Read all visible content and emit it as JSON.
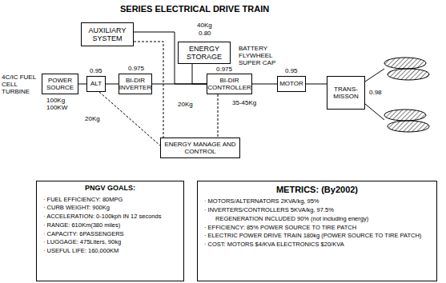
{
  "diagram": {
    "title": "SERIES ELECTRICAL DRIVE TRAIN",
    "nodes": [
      {
        "text": [
          "AUXILIARY SYSTEM"
        ]
      },
      {
        "text": [
          "ENERGY STORAGE"
        ]
      },
      {
        "text": [
          "POWER SOURCE"
        ]
      },
      {
        "text": [
          "ALT"
        ]
      },
      {
        "text": [
          "BI-DIR INVERTER"
        ]
      },
      {
        "text": [
          "BI-DIR CONTROLLER"
        ]
      },
      {
        "text": [
          "MOTOR"
        ]
      },
      {
        "text": [
          "TRANS- MISSON"
        ]
      },
      {
        "text": [
          "ENERGY MANAGE AND CONTROL"
        ]
      },
      {
        "text": [
          "PNGV GOALS:",
          "· FUEL EFFICIENCY: 80MPG",
          "· CURB WEIGHT: 900Kg",
          "· ACCELERATION: 0-100kph IN 12 seconds",
          "· RANGE: 610Km(380 miles)",
          "· CAPACITY: 6PASSENGERS",
          "· LUGGAGE: 475Liters, 90kg",
          "· USEFUL LIFE: 160,000KM"
        ]
      },
      {
        "text": [
          "METRICS: (By2002)",
          "· MOTORS/ALTERNATORS 2KVA/kg, 95%",
          "· INVERTERS/CONTROLLERS 5KVA/kg, 97.5%",
          "REGENERATION INCLUDED 90% (not including energy)",
          "· EFFICIENCY: 85% POWER SOURCE TO TIRE PATCH",
          "· ELECTRIC POWER DRIVE TRAIN 180kg (POWER SOURCE TO TIRE PATCH)",
          "· COST: MOTORS $4/KVA ELECTRONICS $20/KVA"
        ]
      }
    ],
    "edges": [
      {
        "from": 2,
        "to": 3,
        "arrow": "none"
      },
      {
        "from": 3,
        "to": 4,
        "arrow": "none"
      },
      {
        "from": 4,
        "to": 5,
        "arrow": "none"
      },
      {
        "from": 5,
        "to": 6,
        "arrow": "none"
      },
      {
        "from": 6,
        "to": 7,
        "arrow": "none"
      },
      {
        "from": 0,
        "to": 5,
        "arrow": "none"
      },
      {
        "from": 1,
        "to": 5,
        "arrow": "none"
      },
      {
        "from": 0,
        "to": 8,
        "arrow": "none"
      },
      {
        "from": 3,
        "to": 8,
        "arrow": "none"
      },
      {
        "from": 5,
        "to": 8,
        "arrow": "none"
      }
    ],
    "labels": [
      "4C/IC FUEL CELL TURBINE",
      "40Kg",
      "0.80",
      "BATTERY FLYWHEEL SUPER CAP",
      "0.95",
      "0.975",
      "0.975",
      "0.95",
      "0.98",
      "100Kg",
      "100KW",
      "20Kg",
      "20Kg",
      "35-45Kg"
    ]
  }
}
